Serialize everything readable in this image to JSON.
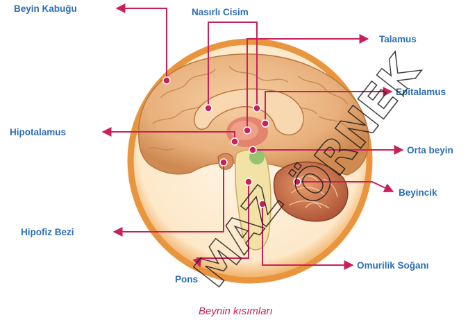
{
  "labels": {
    "beyin_kabugu": "Beyin Kabuğu",
    "nasirli_cisim": "Nasırlı Cisim",
    "talamus": "Talamus",
    "epitalamus": "Epitalamus",
    "hipotalamus": "Hipotalamus",
    "orta_beyin": "Orta beyin",
    "beyincik": "Beyincik",
    "hipofiz_bezi": "Hipofiz Bezi",
    "omurilik_sogani": "Omurilik Soğanı",
    "pons": "Pons"
  },
  "caption": "Beynin kısımları",
  "watermark": "ÖRNEK",
  "watermark_2": "MAZ",
  "colors": {
    "label": "#2d6db5",
    "leader": "#c8205a",
    "ring": "#e8a45a",
    "brain": "#e9b88a"
  }
}
